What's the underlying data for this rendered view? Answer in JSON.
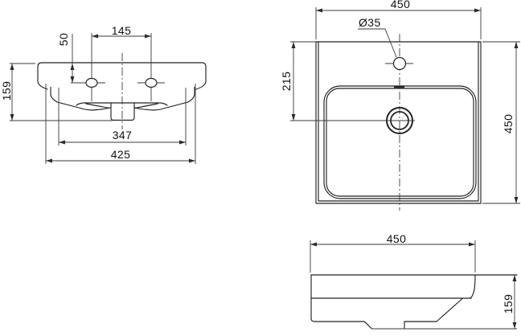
{
  "drawing": {
    "title": "washbasin-dimension-drawing",
    "front_view": {
      "dim_tap_offset": "50",
      "dim_tap_spacing": "145",
      "dim_height": "159",
      "dim_fixing_width": "347",
      "dim_overall_width": "425"
    },
    "top_view": {
      "dim_width": "450",
      "dim_hole_diameter": "Ø35",
      "dim_drain_offset": "215",
      "dim_depth": "450"
    },
    "side_view": {
      "dim_width": "450",
      "dim_height": "159"
    }
  },
  "colors": {
    "background": "#ffffff",
    "outline": "#222222",
    "dimension_line": "#3a3a3a",
    "text": "#111111"
  }
}
